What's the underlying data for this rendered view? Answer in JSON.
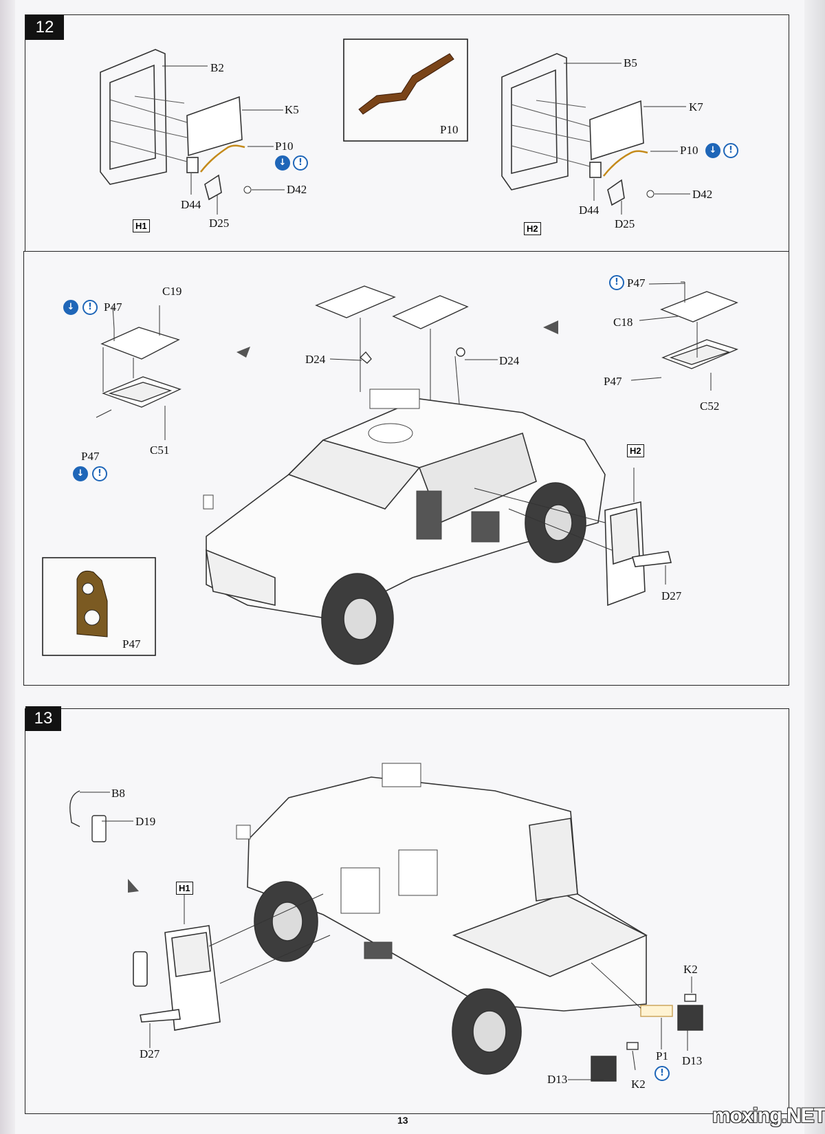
{
  "page_number": "13",
  "watermark": "moxing.NET",
  "colors": {
    "icon_blue": "#1f66b8",
    "photoetch_copper": "#b06a2a",
    "step_box": "#121212"
  },
  "step12": {
    "number": "12",
    "left_door": {
      "labels": [
        "B2",
        "K5",
        "P10",
        "D42",
        "D44",
        "D25"
      ],
      "tag": "H1"
    },
    "inset_p10": {
      "label": "P10"
    },
    "right_door": {
      "labels": [
        "B5",
        "K7",
        "P10",
        "D42",
        "D44",
        "D25"
      ],
      "tag": "H2"
    }
  },
  "step12b": {
    "left_hatch": {
      "top_label": "P47",
      "labels": [
        "C19",
        "C51",
        "P47"
      ]
    },
    "center": {
      "labels": [
        "D24",
        "D24"
      ]
    },
    "right_hatch": {
      "labels": [
        "P47",
        "C18",
        "P47",
        "C52"
      ]
    },
    "door_tag": "H2",
    "door_label": "D27",
    "inset_p47": {
      "label": "P47"
    }
  },
  "step13": {
    "number": "13",
    "mirror": {
      "labels": [
        "B8",
        "D19"
      ]
    },
    "door_tag": "H1",
    "door_label": "D27",
    "rear_labels": [
      "K2",
      "D13",
      "P1",
      "D13",
      "K2"
    ]
  },
  "icons": {
    "cement": "cement-icon",
    "photoetch": "photoetch-icon"
  }
}
